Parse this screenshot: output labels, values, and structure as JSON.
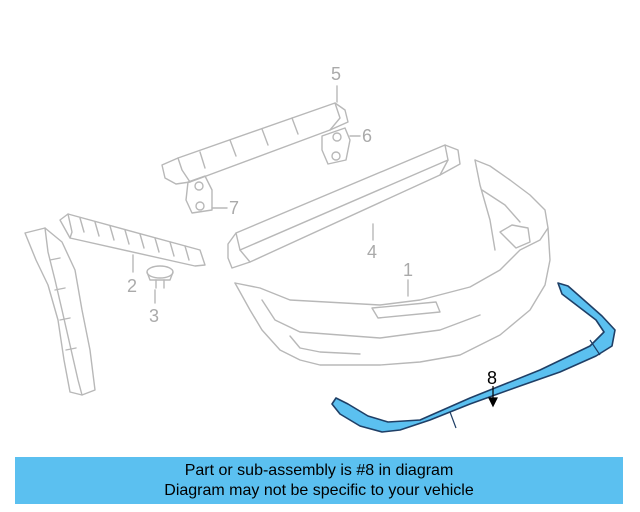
{
  "diagram": {
    "callouts": [
      {
        "id": "1",
        "label": "1"
      },
      {
        "id": "2",
        "label": "2"
      },
      {
        "id": "3",
        "label": "3"
      },
      {
        "id": "4",
        "label": "4"
      },
      {
        "id": "5",
        "label": "5"
      },
      {
        "id": "6",
        "label": "6"
      },
      {
        "id": "7",
        "label": "7"
      },
      {
        "id": "8",
        "label": "8"
      }
    ],
    "highlighted_part": "8",
    "colors": {
      "line": "#b8b8b8",
      "highlight_fill": "#5bc0f0",
      "highlight_stroke": "#1f3f66",
      "banner": "#5bc0f0"
    }
  },
  "banner": {
    "line1": "Part or sub-assembly is #8 in diagram",
    "line2": "Diagram may not be specific to your vehicle"
  }
}
